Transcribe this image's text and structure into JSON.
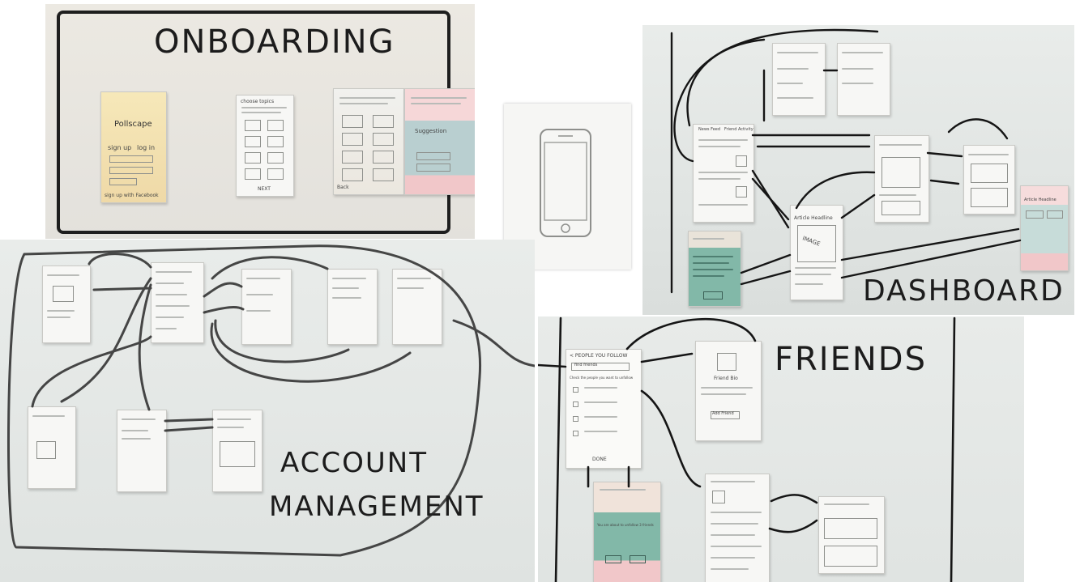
{
  "sections": {
    "onboarding": "ONBOARDING",
    "dashboard": "DASHBOARD",
    "account": [
      "ACCOUNT",
      "MANAGEMENT"
    ],
    "friends": "FRIENDS"
  },
  "onboarding_screens": {
    "login_logo": "Pollscape",
    "login_tabs": [
      "sign up",
      "log in"
    ],
    "login_facebook": "sign up with Facebook",
    "topics_header": "choose topics",
    "topics_next": "NEXT",
    "topics_back": "Back",
    "notice_title": "Suggestion"
  },
  "dashboard_screens": {
    "feed_tabs": [
      "News Feed",
      "Friend Activity"
    ],
    "article_title": "Article Headline",
    "image_label": "IMAGE",
    "poll_title": "Article Headline"
  },
  "friends_screens": {
    "add_header": "< PEOPLE YOU FOLLOW",
    "search_placeholder": "find friends",
    "check_hint": "Check the people you want to unfollow",
    "done_label": "DONE",
    "profile_name": "Friend Bio",
    "follow_button": "Add Friend",
    "popup_text": "You are about to unfollow 3 friends"
  },
  "colors": {
    "frame": "#1e1e1e",
    "whiteboard": "#e3e6e4",
    "sticky_yellow": "#f3e2b3",
    "sticky_pink": "#f1c7c9",
    "sticky_teal": "#82b8a8",
    "sticky_blue": "#b9cfd0"
  },
  "icons": [
    "arrow-icon",
    "phone-template-icon"
  ]
}
